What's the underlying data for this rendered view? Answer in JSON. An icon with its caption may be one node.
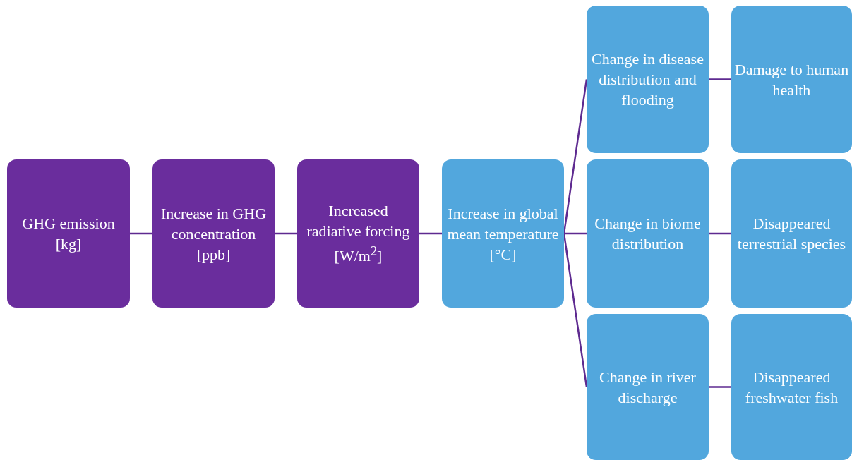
{
  "diagram": {
    "nodes": [
      {
        "text": [
          "GHG emission [kg]"
        ]
      },
      {
        "text": [
          "Increase in GHG concentration [ppb]"
        ]
      },
      {
        "text": [
          "Increased radiative forcing [W/m$^{2}$]"
        ]
      },
      {
        "text": [
          "Increase in global mean temperature [°C]"
        ]
      },
      {
        "text": [
          "Change in disease distribution and flooding"
        ]
      },
      {
        "text": [
          "Damage to human health"
        ]
      },
      {
        "text": [
          "Change in biome distribution"
        ]
      },
      {
        "text": [
          "Disappeared terrestrial species"
        ]
      },
      {
        "text": [
          "Change in river discharge"
        ]
      },
      {
        "text": [
          "Disappeared freshwater fish"
        ]
      }
    ],
    "edges": [
      {
        "from": 0,
        "to": 1,
        "arrow": "none"
      },
      {
        "from": 1,
        "to": 2,
        "arrow": "none"
      },
      {
        "from": 2,
        "to": 3,
        "arrow": "none"
      },
      {
        "from": 3,
        "to": 4,
        "arrow": "none"
      },
      {
        "from": 3,
        "to": 6,
        "arrow": "none"
      },
      {
        "from": 3,
        "to": 8,
        "arrow": "none"
      },
      {
        "from": 4,
        "to": 5,
        "arrow": "none"
      },
      {
        "from": 6,
        "to": 7,
        "arrow": "none"
      },
      {
        "from": 8,
        "to": 9,
        "arrow": "none"
      }
    ]
  }
}
